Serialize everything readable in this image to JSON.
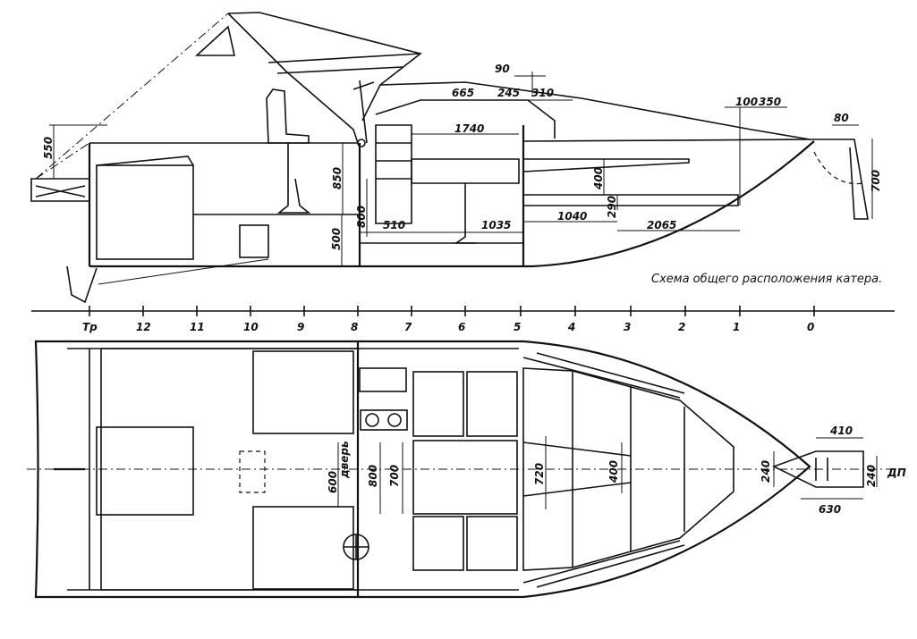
{
  "caption": "Схема общего расположения катера.",
  "stations": [
    "Тр",
    "12",
    "11",
    "10",
    "9",
    "8",
    "7",
    "6",
    "5",
    "4",
    "3",
    "2",
    "1",
    "0"
  ],
  "side_dims": {
    "d90": "90",
    "d665": "665",
    "d245": "245",
    "d310": "310",
    "d100": "100",
    "d350": "350",
    "d80": "80",
    "d550": "550",
    "d850": "850",
    "d1740": "1740",
    "d400": "400",
    "d800": "800",
    "d290": "290",
    "d700": "700",
    "d500": "500",
    "d510": "510",
    "d1035": "1035",
    "d1040": "1040",
    "d2065": "2065"
  },
  "plan_dims": {
    "d600": "600",
    "door": "дверь",
    "d800": "800",
    "d700": "700",
    "d720": "720",
    "d400": "400",
    "d240a": "240",
    "d410": "410",
    "d240b": "240",
    "dp": "ДП",
    "d630": "630"
  }
}
